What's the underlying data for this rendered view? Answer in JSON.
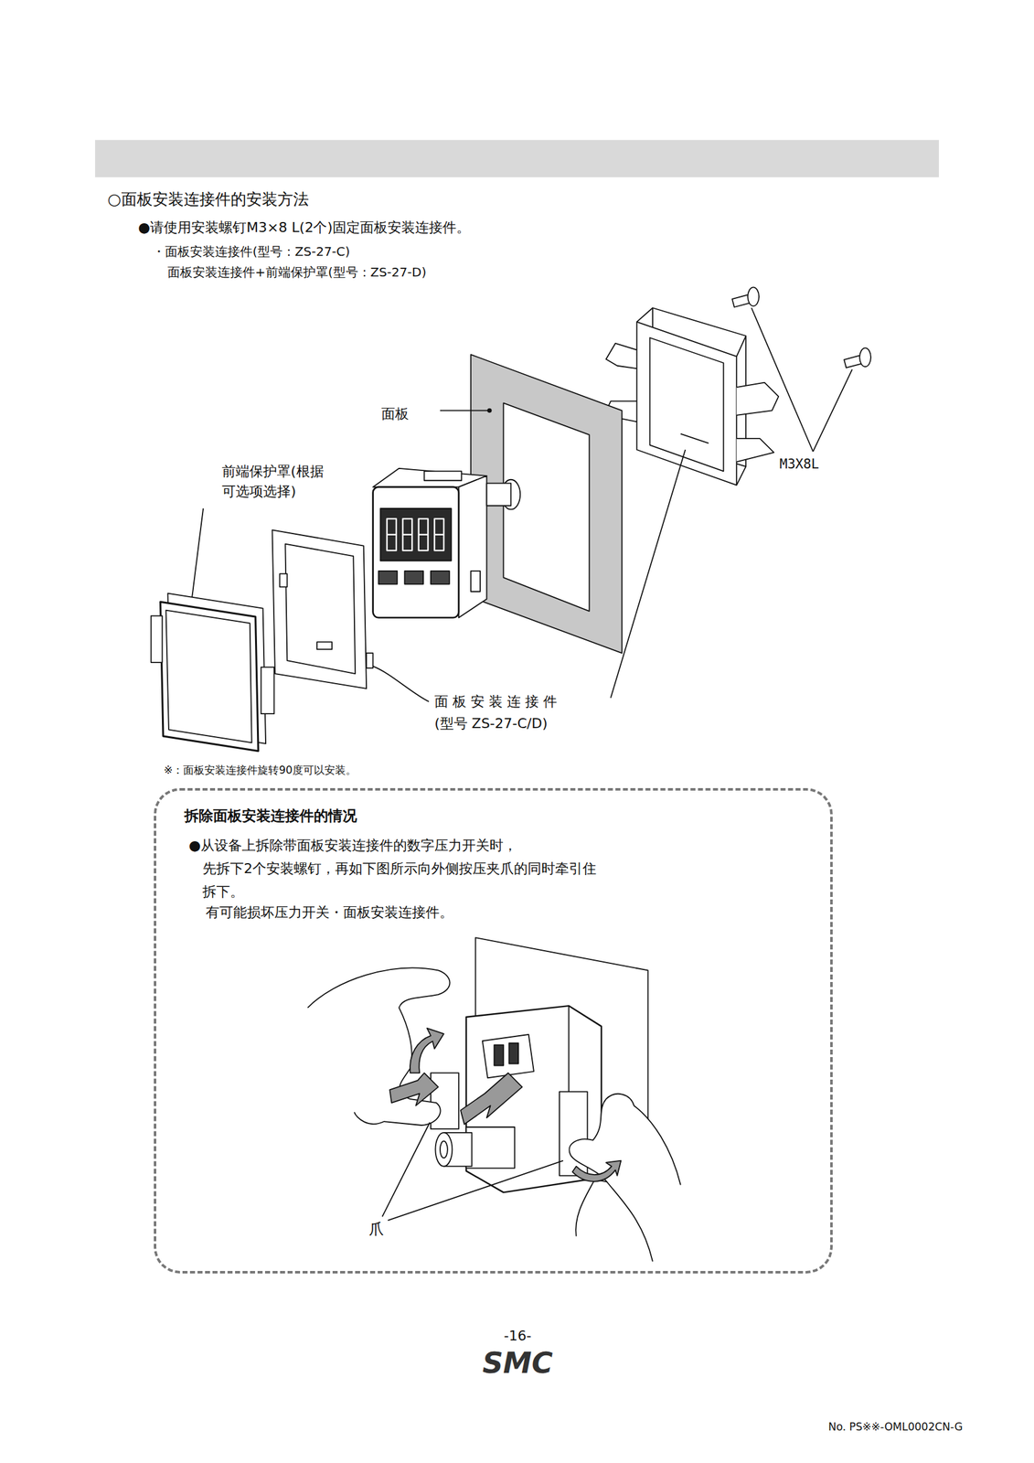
{
  "diagram": {
    "title": "○面板安装连接件的安装方法",
    "nodes": [
      {
        "text": [
          "拆除面板安装连接件的情况",
          "●从设备上拆除带面板安装连接件的数字压力开关时， 先拆下2个安装螺钉，再如下图所示向外侧按压夹爪的同时牵引住 拆下。",
          "有可能损坏压力开关・面板安装连接件。"
        ]
      }
    ],
    "labels": [
      "●请使用安装螺钉M3×8 L(2个)固定面板安装连接件。",
      "・面板安装连接件(型号：ZS-27-C)",
      "面板安装连接件+前端保护罩(型号：ZS-27-D)",
      "面板",
      "前端保护罩(根据 可选项选择)",
      "M3X8L",
      "面 板 安 装 连 接 件",
      "(型号 ZS-27-C/D)",
      "※：面板安装连接件旋转90度可以安装。",
      "爪",
      "-16-",
      "SMC",
      "No. PS※※-OML0002CN-G"
    ]
  }
}
